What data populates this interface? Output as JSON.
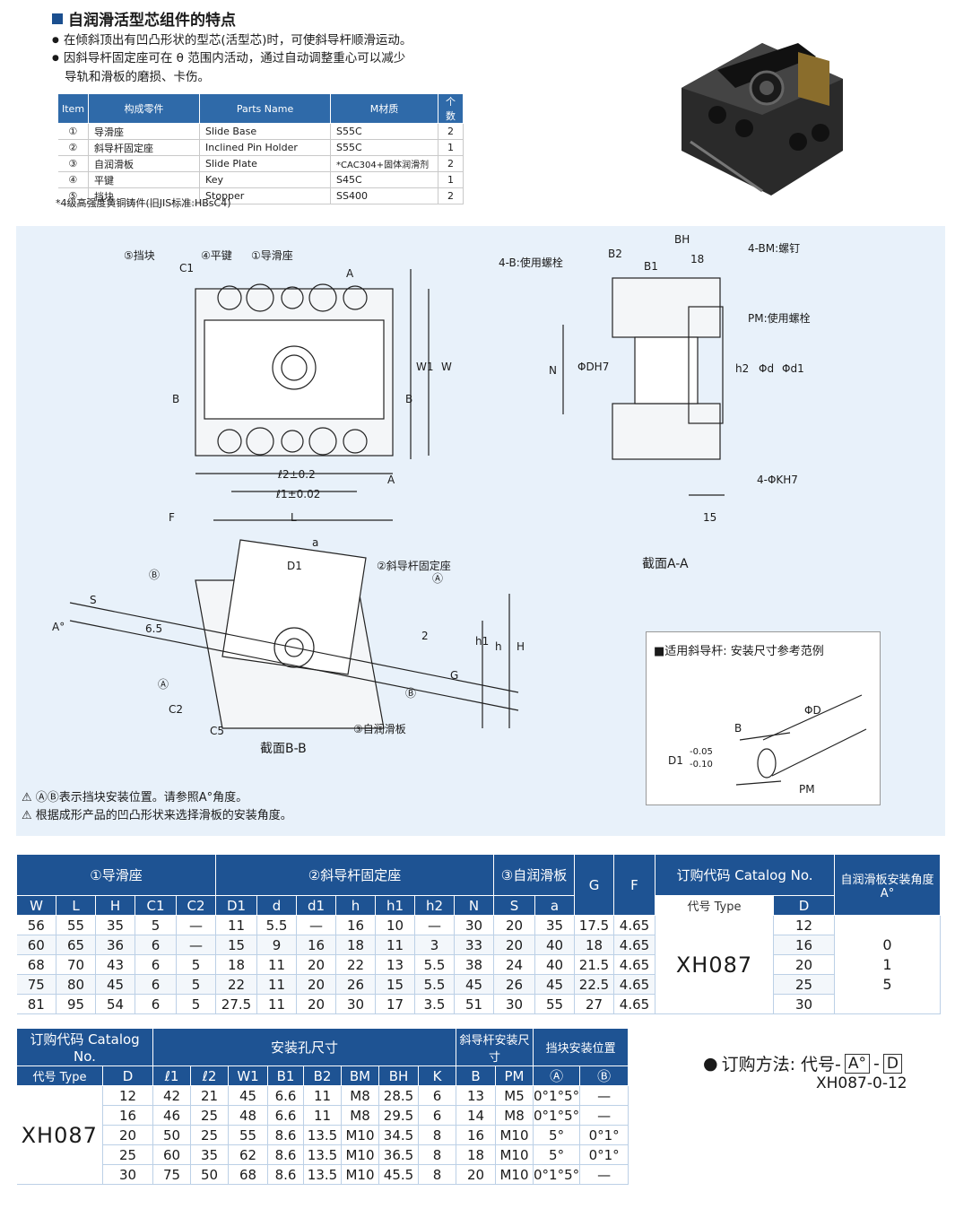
{
  "header": {
    "title": "自润滑活型芯组件的特点",
    "bullets": [
      "在倾斜顶出有凹凸形状的型芯(活型芯)时，可使斜导杆顺滑运动。",
      "因斜导杆固定座可在 θ 范围内活动，通过自动调整重心可以减少",
      "导轨和滑板的磨损、卡伤。"
    ]
  },
  "parts_table": {
    "headers": [
      "Item",
      "构成零件",
      "Parts Name",
      "M材质",
      "个数"
    ],
    "rows": [
      [
        "①",
        "导滑座",
        "Slide Base",
        "S55C",
        "2"
      ],
      [
        "②",
        "斜导杆固定座",
        "Inclined Pin Holder",
        "S55C",
        "1"
      ],
      [
        "③",
        "自润滑板",
        "Slide Plate",
        "*CAC304+固体润滑剂",
        "2"
      ],
      [
        "④",
        "平键",
        "Key",
        "S45C",
        "1"
      ],
      [
        "⑤",
        "挡块",
        "Stopper",
        "SS400",
        "2"
      ]
    ],
    "note": "*4级高强度黄铜铸件(旧JIS标准:HBsC4)"
  },
  "drawing": {
    "labels_top": [
      "⑤挡块",
      "④平键",
      "①导滑座",
      "C1",
      "A",
      "B",
      "B",
      "W1",
      "W",
      "ℓ2±0.2",
      "ℓ1±0.02",
      "A",
      "F",
      "L"
    ],
    "labels_section": [
      "4-B:使用螺栓",
      "B2",
      "B1",
      "BH",
      "18",
      "4-BM:螺钉",
      "PM:使用螺栓",
      "N",
      "ΦDH7",
      "h2",
      "Φd",
      "Φd1",
      "4-ΦKH7",
      "15",
      "截面A-A"
    ],
    "labels_bottom": [
      "a",
      "D1",
      "②斜导杆固定座",
      "Ⓑ",
      "Ⓐ",
      "S",
      "A°",
      "6.5",
      "2",
      "h1",
      "h",
      "H",
      "G",
      "Ⓐ",
      "Ⓑ",
      "C2",
      "C5",
      "③自润滑板",
      "截面B-B"
    ],
    "inset_title": "■适用斜导杆: 安装尺寸参考范例",
    "inset_labels": [
      "ΦD",
      "B",
      "D1",
      "-0.05",
      "-0.10",
      "PM"
    ],
    "notes": [
      "⚠ ⒶⒷ表示挡块安装位置。请参照A°角度。",
      "⚠ 根据成形产品的凹凸形状来选择滑板的安装角度。"
    ]
  },
  "spec_table": {
    "groups": [
      "①导滑座",
      "②斜导杆固定座",
      "③自润滑板",
      "G",
      "F",
      "订购代码 Catalog No.",
      "自润滑板安装角度 A°"
    ],
    "subheaders": [
      "W",
      "L",
      "H",
      "C1",
      "C2",
      "D1",
      "d",
      "d1",
      "h",
      "h1",
      "h2",
      "N",
      "S",
      "a",
      "代号 Type",
      "D"
    ],
    "rows": [
      [
        "56",
        "55",
        "35",
        "5",
        "—",
        "11",
        "5.5",
        "—",
        "16",
        "10",
        "—",
        "30",
        "20",
        "35",
        "17.5",
        "4.65",
        "12"
      ],
      [
        "60",
        "65",
        "36",
        "6",
        "—",
        "15",
        "9",
        "16",
        "18",
        "11",
        "3",
        "33",
        "20",
        "40",
        "18",
        "4.65",
        "16"
      ],
      [
        "68",
        "70",
        "43",
        "6",
        "5",
        "18",
        "11",
        "20",
        "22",
        "13",
        "5.5",
        "38",
        "24",
        "40",
        "21.5",
        "4.65",
        "20"
      ],
      [
        "75",
        "80",
        "45",
        "6",
        "5",
        "22",
        "11",
        "20",
        "26",
        "15",
        "5.5",
        "45",
        "26",
        "45",
        "22.5",
        "4.65",
        "25"
      ],
      [
        "81",
        "95",
        "54",
        "6",
        "5",
        "27.5",
        "11",
        "20",
        "30",
        "17",
        "3.5",
        "51",
        "30",
        "55",
        "27",
        "4.65",
        "30"
      ]
    ],
    "type_code": "XH087",
    "angles": [
      "0",
      "1",
      "5"
    ]
  },
  "mount_table": {
    "groups": [
      "订购代码 Catalog No.",
      "安装孔尺寸",
      "斜导杆安装尺寸",
      "挡块安装位置"
    ],
    "subheaders": [
      "代号 Type",
      "D",
      "ℓ1",
      "ℓ2",
      "W1",
      "B1",
      "B2",
      "BM",
      "BH",
      "K",
      "B",
      "PM",
      "Ⓐ",
      "Ⓑ"
    ],
    "rows": [
      [
        "12",
        "42",
        "21",
        "45",
        "6.6",
        "11",
        "M8",
        "28.5",
        "6",
        "13",
        "M5",
        "0°1°5°",
        "—"
      ],
      [
        "16",
        "46",
        "25",
        "48",
        "6.6",
        "11",
        "M8",
        "29.5",
        "6",
        "14",
        "M8",
        "0°1°5°",
        "—"
      ],
      [
        "20",
        "50",
        "25",
        "55",
        "8.6",
        "13.5",
        "M10",
        "34.5",
        "8",
        "16",
        "M10",
        "5°",
        "0°1°"
      ],
      [
        "25",
        "60",
        "35",
        "62",
        "8.6",
        "13.5",
        "M10",
        "36.5",
        "8",
        "18",
        "M10",
        "5°",
        "0°1°"
      ],
      [
        "30",
        "75",
        "50",
        "68",
        "8.6",
        "13.5",
        "M10",
        "45.5",
        "8",
        "20",
        "M10",
        "0°1°5°",
        "—"
      ]
    ],
    "type_code": "XH087"
  },
  "order": {
    "label": "订购方法: 代号-",
    "box_a": "A°",
    "dash": "-",
    "box_d": "D",
    "example": "XH087-0-12"
  },
  "colors": {
    "header_blue": "#1e5393",
    "panel_bg": "#e8f1fa"
  }
}
